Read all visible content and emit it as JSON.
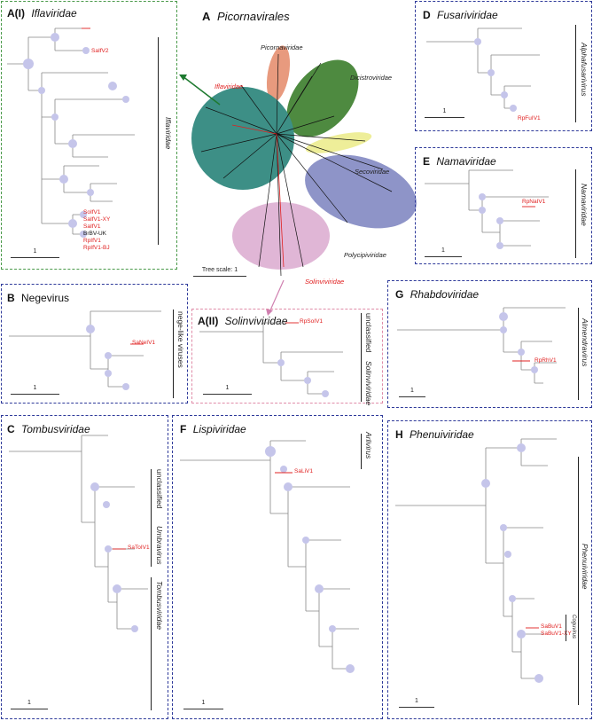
{
  "colors": {
    "tree_line": "#888888",
    "node_dot": "#c5c5ea",
    "highlight": "#e02020",
    "iflaviridae_fill": "#3d8f86",
    "picornaviridae_fill": "#e89a7e",
    "dicistroviridae_fill": "#4e8a40",
    "secoviridae_fill": "#eeee99",
    "polycipiviridae_fill": "#8e94c8",
    "solinviviridae_fill": "#e0b6d6"
  },
  "panelA": {
    "letter": "A",
    "title": "Picornavirales",
    "clades": {
      "picornaviridae": "Picornaviridae",
      "dicistroviridae": "Dicistroviridae",
      "iflaviridae": "Iflaviridae",
      "secoviridae": "Secoviridae",
      "polycipiviridae": "Polycipiviridae",
      "solinviviridae": "Solinviviridae"
    },
    "tree_scale": "Tree scale: 1"
  },
  "panelAI": {
    "letter": "A(I)",
    "title": "Iflaviridae",
    "side_label": "Iflaviridae",
    "highlight_top": "SaIfV2",
    "highlight_list": [
      "SoIfV1",
      "SaIfV1-XY",
      "SaIfV1"
    ],
    "black_label": "BrBV-UK",
    "highlight_list2": [
      "RpIfV1",
      "RpIfV1-BJ"
    ],
    "scale": "1"
  },
  "panelAII": {
    "letter": "A(II)",
    "title": "Solinviviridae",
    "side_label_1": "unclassified",
    "side_label_2": "Solinviviridae",
    "highlight": "RpSoIV1",
    "scale": "1"
  },
  "panelB": {
    "letter": "B",
    "title": "Negevirus",
    "side_label": "nege-like viruses",
    "highlight": "SaNeIV1",
    "scale": "1"
  },
  "panelC": {
    "letter": "C",
    "title": "Tombusviridae",
    "side_label_1": "unclassified",
    "side_label_2": "Umbravirus",
    "side_label_3": "Tombusviridae",
    "highlight": "SaToIV1",
    "scale": "1"
  },
  "panelD": {
    "letter": "D",
    "title": "Fusariviridae",
    "side_label": "Alphafusarivirus",
    "highlight": "RpFuIV1",
    "scale": "1"
  },
  "panelE": {
    "letter": "E",
    "title": "Namaviridae",
    "side_label": "Namaviridae",
    "highlight": "RpNaIV1",
    "scale": "1"
  },
  "panelF": {
    "letter": "F",
    "title": "Lispiviridae",
    "side_label": "Arlivirus",
    "highlight": "SaLiV1",
    "scale": "1"
  },
  "panelG": {
    "letter": "G",
    "title": "Rhabdoviridae",
    "side_label": "Almendravirus",
    "highlight": "RpRhV1",
    "scale": "1"
  },
  "panelH": {
    "letter": "H",
    "title": "Phenuiviridae",
    "side_label_1": "Phenuiviridae",
    "side_label_2": "Coguvirus",
    "highlight_1": "SaBuV1",
    "highlight_2": "SaBuV1-XY",
    "scale": "1"
  }
}
